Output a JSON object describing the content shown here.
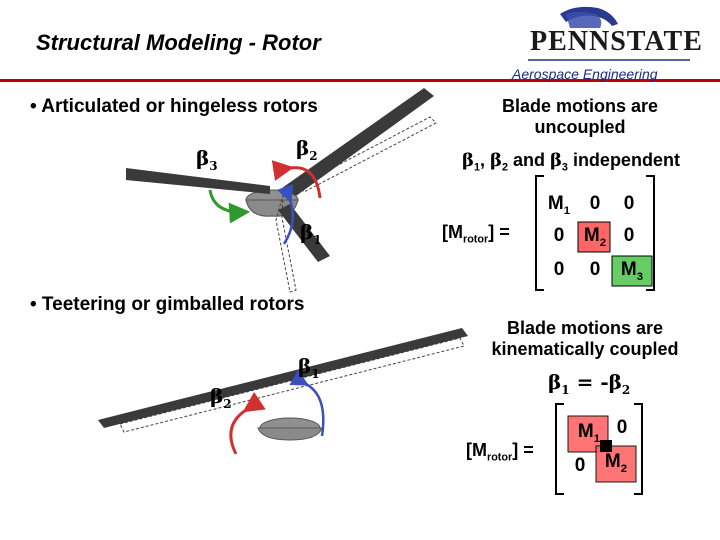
{
  "slide": {
    "title": "Structural Modeling - Rotor",
    "logo_text": "PENNSTATE",
    "department": "Aerospace Engineering",
    "accent_color": "#c00000"
  },
  "articulated": {
    "bullet": "•  Articulated or hingeless rotors",
    "heading_line1": "Blade motions are",
    "heading_line2": "uncoupled",
    "independence": {
      "b": "β",
      "s1": "1",
      "s2": "2",
      "s3": "3",
      "sep1": ", ",
      "sep2": " and ",
      "tail": " independent"
    },
    "labels": {
      "beta3_b": "β",
      "beta3_s": "3",
      "beta2_b": "β",
      "beta2_s": "2",
      "beta1_b": "β",
      "beta1_s": "1"
    },
    "matrix": {
      "lhs_open": "[M",
      "lhs_sub": "rotor",
      "lhs_close": "]",
      "eq": "=",
      "m": "M",
      "m1_sub": "1",
      "m2_sub": "2",
      "m3_sub": "3",
      "zero": "0",
      "m2_fill": "#ff6666",
      "m3_fill": "#66cc66"
    }
  },
  "teetering": {
    "bullet": "•  Teetering or gimballed rotors",
    "heading_line1": "Blade motions are",
    "heading_line2": "kinematically coupled",
    "coupling": {
      "b1": "β",
      "s1": "1",
      "eq": " = -",
      "b2": "β",
      "s2": "2"
    },
    "labels": {
      "beta1_b": "β",
      "beta1_s": "1",
      "beta2_b": "β",
      "beta2_s": "2"
    },
    "matrix": {
      "lhs_open": "[M",
      "lhs_sub": "rotor",
      "lhs_close": "]",
      "eq": "=",
      "m": "M",
      "m1_sub": "1",
      "m2_sub": "2",
      "zero": "0",
      "fill": "#ff6666"
    }
  }
}
